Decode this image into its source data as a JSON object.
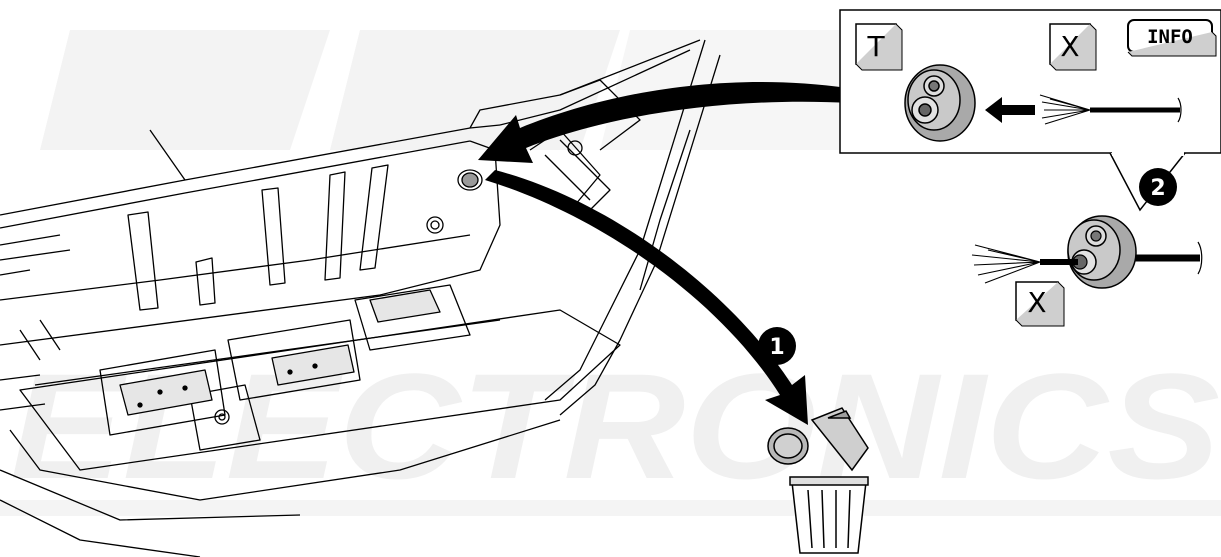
{
  "diagram": {
    "watermark": "ELECTRONICS",
    "detail_box": {
      "label_left": "T",
      "label_right": "X",
      "info_badge": "INFO"
    },
    "callout": {
      "label": "X"
    },
    "steps": [
      {
        "number": "1"
      },
      {
        "number": "2"
      }
    ]
  }
}
